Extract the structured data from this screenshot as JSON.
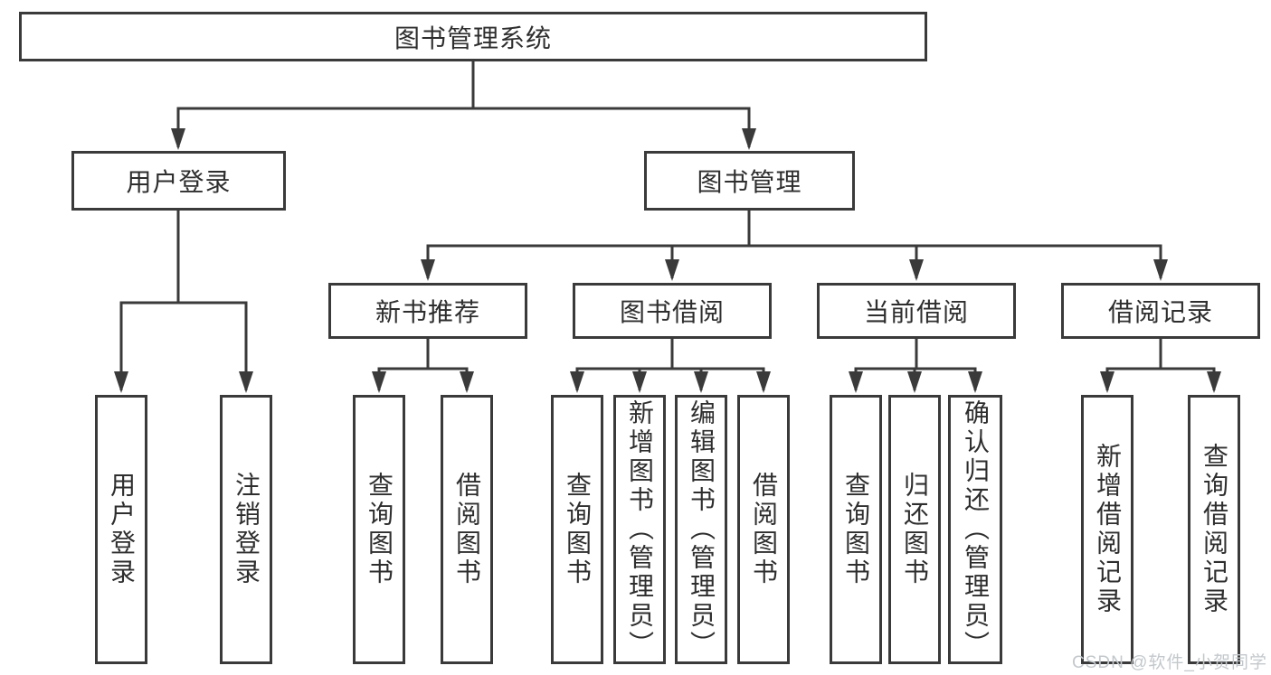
{
  "root": {
    "label": "图书管理系统",
    "children": [
      {
        "label": "用户登录",
        "children": [
          {
            "label": "用户登录"
          },
          {
            "label": "注销登录"
          }
        ]
      },
      {
        "label": "图书管理",
        "children": [
          {
            "label": "新书推荐",
            "children": [
              {
                "label": "查询图书"
              },
              {
                "label": "借阅图书"
              }
            ]
          },
          {
            "label": "图书借阅",
            "children": [
              {
                "label": "查询图书"
              },
              {
                "label": "新增图书（管理员）"
              },
              {
                "label": "编辑图书（管理员）"
              },
              {
                "label": "借阅图书"
              }
            ]
          },
          {
            "label": "当前借阅",
            "children": [
              {
                "label": "查询图书"
              },
              {
                "label": "归还图书"
              },
              {
                "label": "确认归还（管理员）"
              }
            ]
          },
          {
            "label": "借阅记录",
            "children": [
              {
                "label": "新增借阅记录"
              },
              {
                "label": "查询借阅记录"
              }
            ]
          }
        ]
      }
    ]
  },
  "watermark": "CSDN @软件_小贺同学",
  "colors": {
    "line": "#3a3a3a",
    "box_border": "#3a3a3a",
    "text": "#2e2e2e",
    "background": "#ffffff",
    "watermark": "#c3c8cc"
  }
}
